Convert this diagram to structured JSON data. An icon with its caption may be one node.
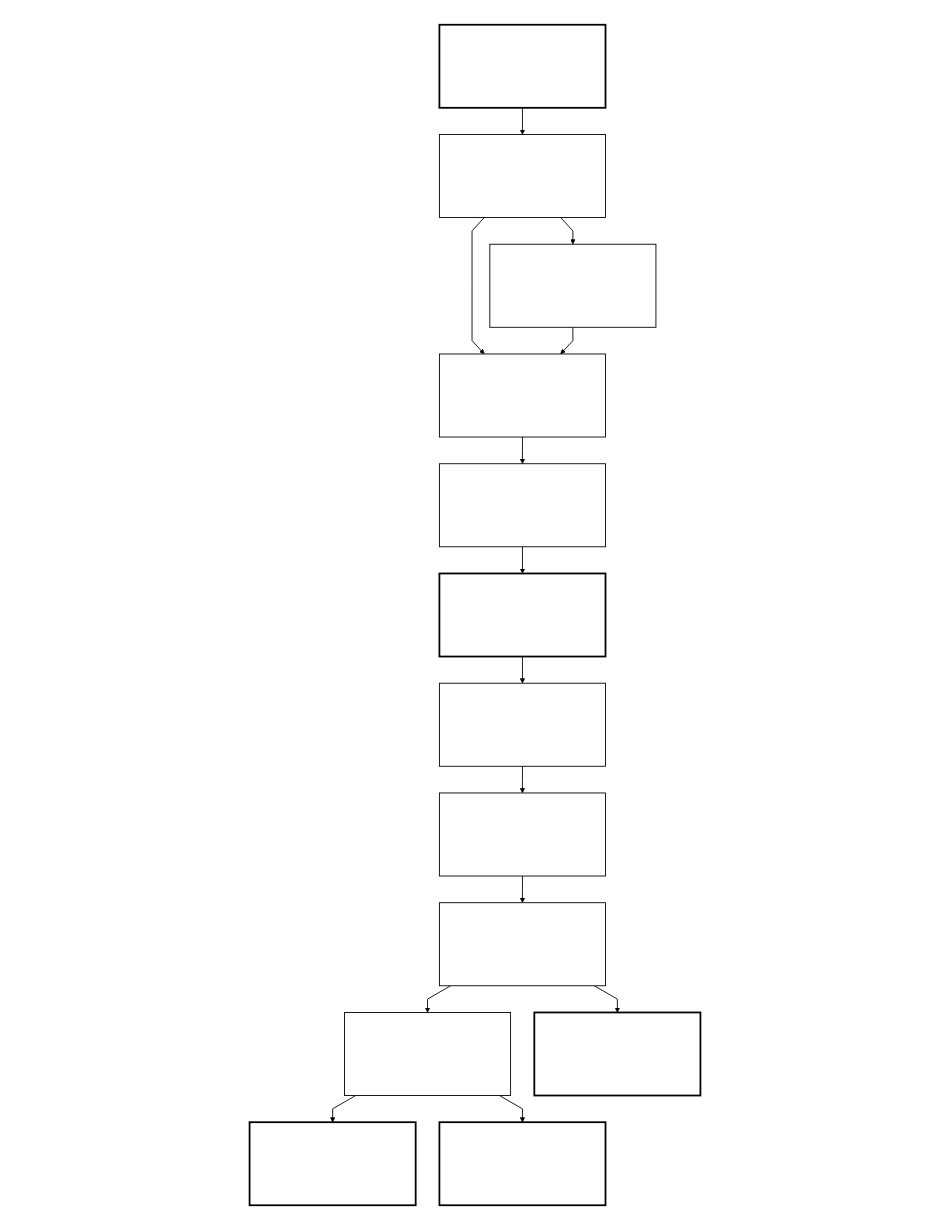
{
  "diagram": {
    "nodes": [
      {
        "text": [],
        "shape": "box"
      },
      {
        "text": [],
        "shape": "box"
      },
      {
        "text": [],
        "shape": "box"
      },
      {
        "text": [],
        "shape": "box"
      },
      {
        "text": [],
        "shape": "box"
      },
      {
        "text": [],
        "shape": "box"
      },
      {
        "text": [],
        "shape": "box"
      },
      {
        "text": [],
        "shape": "box"
      },
      {
        "text": [],
        "shape": "box"
      },
      {
        "text": [],
        "shape": "box"
      },
      {
        "text": [],
        "shape": "box"
      },
      {
        "text": [],
        "shape": "box"
      },
      {
        "text": [],
        "shape": "box"
      }
    ],
    "edges": [
      {
        "from": 0,
        "to": 1,
        "arrow": "to"
      },
      {
        "from": 1,
        "to": 2,
        "arrow": "to"
      },
      {
        "from": 1,
        "to": 3,
        "arrow": "to"
      },
      {
        "from": 2,
        "to": 3,
        "arrow": "to"
      },
      {
        "from": 3,
        "to": 4,
        "arrow": "to"
      },
      {
        "from": 4,
        "to": 5,
        "arrow": "to"
      },
      {
        "from": 5,
        "to": 6,
        "arrow": "to"
      },
      {
        "from": 6,
        "to": 7,
        "arrow": "to"
      },
      {
        "from": 7,
        "to": 8,
        "arrow": "to"
      },
      {
        "from": 8,
        "to": 9,
        "arrow": "to"
      },
      {
        "from": 8,
        "to": 10,
        "arrow": "to"
      },
      {
        "from": 9,
        "to": 11,
        "arrow": "to"
      },
      {
        "from": 9,
        "to": 12,
        "arrow": "to"
      }
    ]
  }
}
